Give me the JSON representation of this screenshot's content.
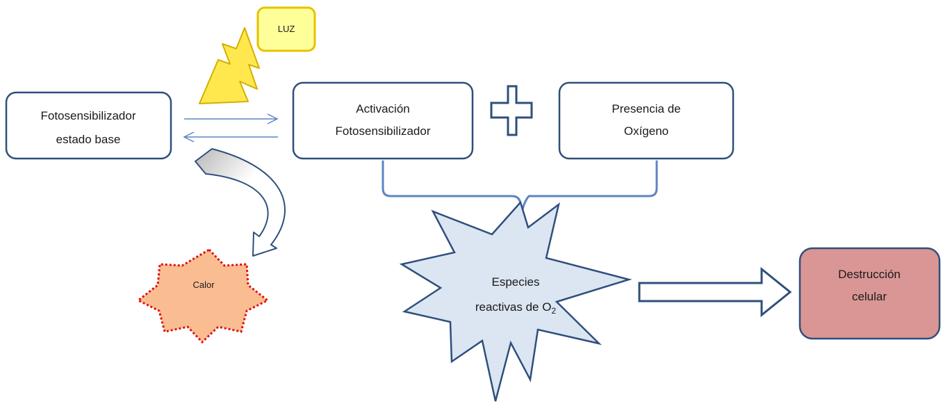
{
  "labels": {
    "light": "LUZ",
    "ps_ground_line1": "Fotosensibilizador",
    "ps_ground_line2": "estado base",
    "activation_line1": "Activación",
    "activation_line2": "Fotosensibilizador",
    "oxygen_line1": "Presencia de",
    "oxygen_line2": "Oxígeno",
    "heat": "Calor",
    "ros_line1": "Especies",
    "ros_line2": "reactivas de O",
    "ros_subscript": "2",
    "destruction_line1": "Destrucción",
    "destruction_line2": "celular"
  },
  "colors": {
    "box_stroke": "#2e4f7c",
    "light_box_fill": "#ffff99",
    "light_box_stroke": "#e6c200",
    "bolt_fill": "#ffe84d",
    "bolt_stroke": "#d4b000",
    "heat_fill": "#f9bd91",
    "heat_stroke": "#dd1111",
    "ros_fill": "#dce5f2",
    "destruction_fill": "#d99694",
    "thin_arrow": "#5b85c1",
    "brace": "#5b85c1"
  }
}
